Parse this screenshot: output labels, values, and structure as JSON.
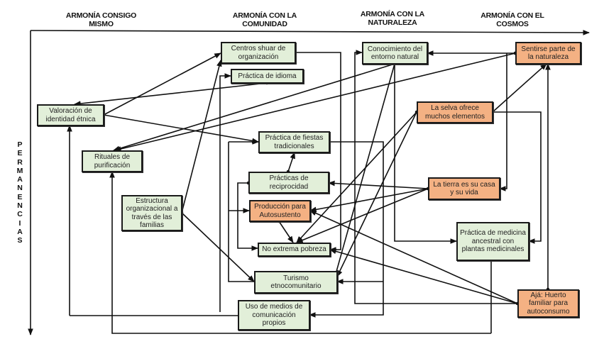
{
  "headers": {
    "consigo_mismo": "ARMONÍA CONSIGO MISMO",
    "comunidad": "ARMONÍA CON LA COMUNIDAD",
    "naturaleza": "ARMONÍA CON LA NATURALEZA",
    "cosmos": "ARMONÍA CON EL COSMOS"
  },
  "vertical_axis_label": "PERMANENCIAS",
  "colors": {
    "green_node": "#e2efd9",
    "orange_node": "#f4b183",
    "line": "#111111"
  },
  "nodes": {
    "valoracion": "Valoración de identidad étnica",
    "rituales": "Rituales de purificación",
    "estructura": "Estructura organizacional a través de las familias",
    "centros": "Centros shuar de organización",
    "idioma": "Práctica de idioma",
    "fiestas": "Práctica de fiestas tradicionales",
    "reciprocidad": "Prácticas de reciprocidad",
    "produccion": "Producción para Autosustento",
    "pobreza": "No extrema pobreza",
    "turismo": "Turismo etnocomunitario",
    "medios": "Uso de medios de comunicación propios",
    "conocimiento": "Conocimiento del entorno natural",
    "sentirse": "Sentirse parte de la naturaleza",
    "selva": "La selva ofrece muchos elementos",
    "tierra": "La tierra es su casa y su vida",
    "medicina": "Práctica de medicina ancestral con plantas medicinales",
    "aja": "Ajá: Huerto familiar para autoconsumo"
  }
}
